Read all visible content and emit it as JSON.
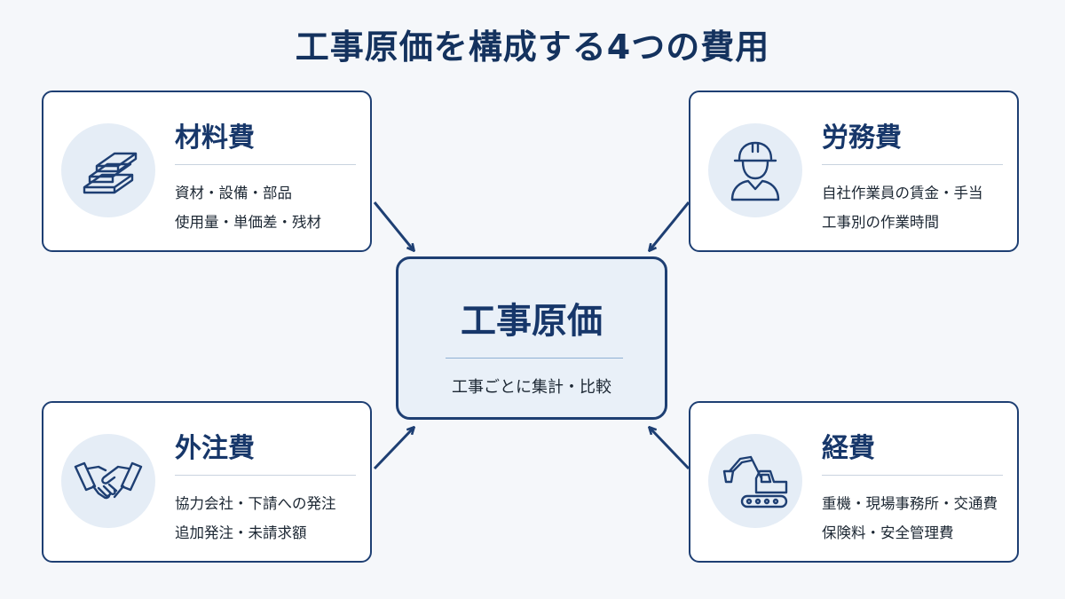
{
  "title": "工事原価を構成する4つの費用",
  "center": {
    "title": "工事原価",
    "subtitle": "工事ごとに集計・比較"
  },
  "cards": [
    {
      "title": "材料費",
      "line1": "資材・設備・部品",
      "line2": "使用量・単価差・残材",
      "icon": "steel-beam-icon"
    },
    {
      "title": "労務費",
      "line1": "自社作業員の賃金・手当",
      "line2": "工事別の作業時間",
      "icon": "worker-helmet-icon"
    },
    {
      "title": "外注費",
      "line1": "協力会社・下請への発注",
      "line2": "追加発注・未請求額",
      "icon": "handshake-icon"
    },
    {
      "title": "経費",
      "line1": "重機・現場事務所・交通費",
      "line2": "保険料・安全管理費",
      "icon": "excavator-icon"
    }
  ],
  "colors": {
    "navy": "#1e3f73",
    "icon_bg": "#e5edf6",
    "center_bg": "#e9f0f8",
    "page_bg": "#f5f7fa"
  }
}
